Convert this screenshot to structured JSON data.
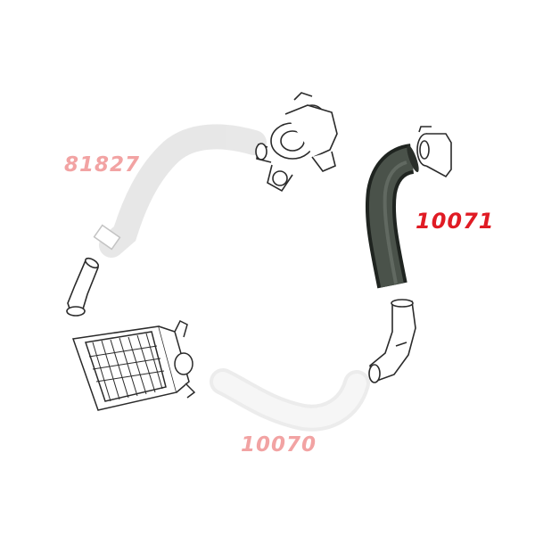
{
  "labels": {
    "hose_a": "81827",
    "hose_b": "10071",
    "hose_c": "10070"
  },
  "colors": {
    "highlight": "#e01b24",
    "faded": "#f2a3a3",
    "hose_dark": "#3a3f3a",
    "line": "#2a2a2a"
  }
}
